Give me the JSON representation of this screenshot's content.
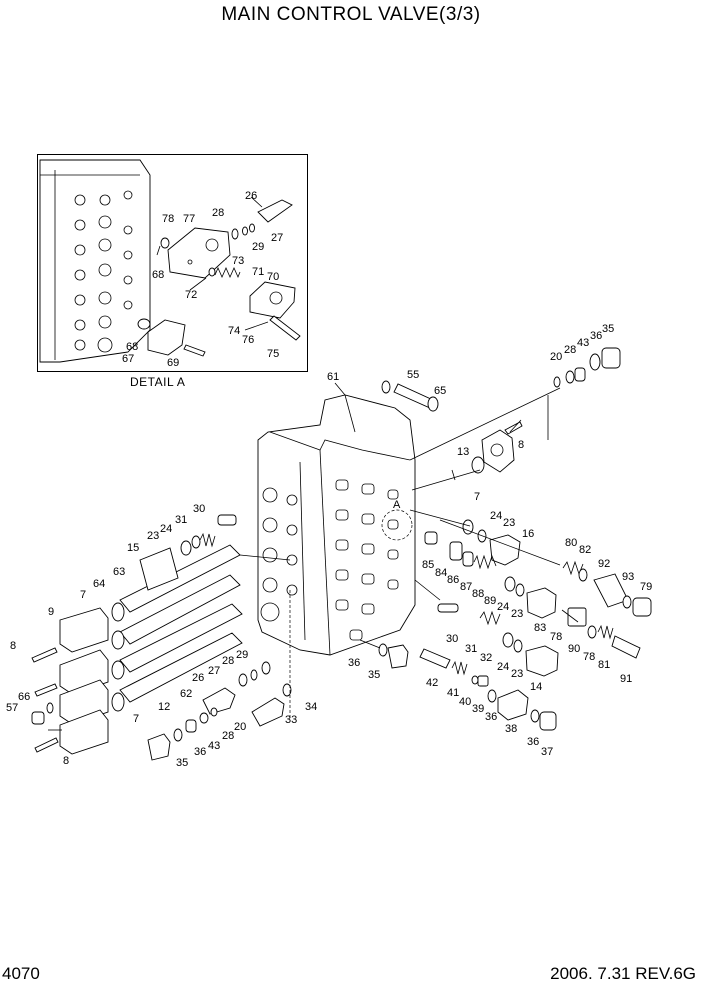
{
  "header": {
    "title": "MAIN CONTROL VALVE(3/3)"
  },
  "footer": {
    "page_number": "4070",
    "revision": "2006. 7.31  REV.6G"
  },
  "detail": {
    "label": "DETAIL  A"
  },
  "callouts": {
    "c61": "61",
    "c55": "55",
    "c65": "65",
    "c8a": "8",
    "c13": "13",
    "c7a": "7",
    "c20a": "20",
    "c28a": "28",
    "c43a": "43",
    "c36a": "36",
    "c35a": "35",
    "cA": "A",
    "c24a": "24",
    "c23a": "23",
    "c16": "16",
    "c80": "80",
    "c82": "82",
    "c92": "92",
    "c93": "93",
    "c79": "79",
    "c85": "85",
    "c84": "84",
    "c86": "86",
    "c87": "87",
    "c88": "88",
    "c89": "89",
    "c24b": "24",
    "c23b": "23",
    "c83": "83",
    "c78a": "78",
    "c30b": "30",
    "c31b": "31",
    "c32": "32",
    "c24c": "24",
    "c23c": "23",
    "c14": "14",
    "c90": "90",
    "c78b": "78",
    "c81": "81",
    "c91": "91",
    "c36b": "36",
    "c35b": "35",
    "c42": "42",
    "c41": "41",
    "c40": "40",
    "c39": "39",
    "c36c": "36",
    "c38": "38",
    "c36d": "36",
    "c37": "37",
    "c30a": "30",
    "c31a": "31",
    "c24d": "24",
    "c23d": "23",
    "c15": "15",
    "c63": "63",
    "c64": "64",
    "c7b": "7",
    "c9": "9",
    "c8b": "8",
    "c29b": "29",
    "c28b": "28",
    "c26b": "26",
    "c27b": "27",
    "c20b": "20",
    "c34": "34",
    "c33": "33",
    "c62": "62",
    "c12": "12",
    "c7c": "7",
    "c66": "66",
    "c57": "57",
    "c8c": "8",
    "c43b": "43",
    "c28c": "28",
    "c36e": "36",
    "c35c": "35",
    "d26": "26",
    "d28": "28",
    "d78": "78",
    "d77": "77",
    "d29": "29",
    "d27": "27",
    "d73": "73",
    "d68a": "68",
    "d71": "71",
    "d70": "70",
    "d72": "72",
    "d74": "74",
    "d76": "76",
    "d75": "75",
    "d68b": "68",
    "d67": "67",
    "d69": "69"
  }
}
